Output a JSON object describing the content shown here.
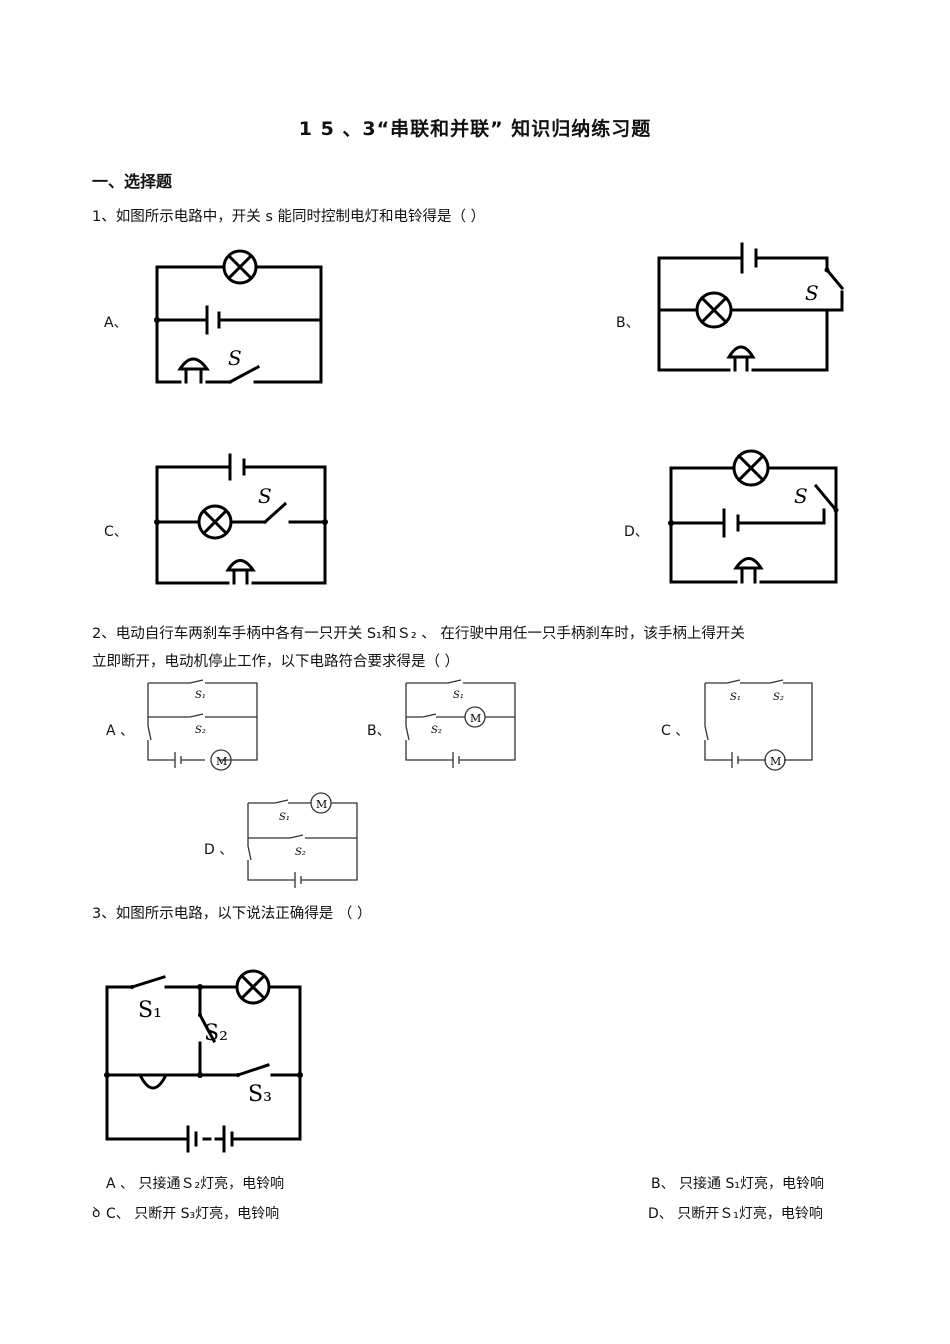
{
  "title": "1 5 、3“串联和并联” 知识归纳练习题",
  "section1": "一、选择题",
  "q1": {
    "text": "1、如图所示电路中，开关 s 能同时控制电灯和电铃得是（    ）",
    "options": [
      "A、",
      "B、",
      "C、",
      "D、"
    ],
    "switch_label": "S"
  },
  "q2": {
    "line1": "2、电动自行车两刹车手柄中各有一只开关 S₁和Ｓ₂ 、    在行驶中用任一只手柄刹车时，该手柄上得开关",
    "line2": "立即断开，电动机停止工作，以下电路符合要求得是（      ）",
    "options": [
      "A 、",
      "B、",
      "C 、",
      "D 、"
    ],
    "s1": "S₁",
    "s2": "S₂",
    "motor": "M"
  },
  "q3": {
    "text": "3、如图所示电路，以下说法正确得是    （          ）",
    "s1": "S₁",
    "s2": "S₂",
    "s3": "S₃",
    "answers": {
      "A": "A 、   只接通Ｓ₂灯亮，电铃响",
      "B": "B、   只接通 S₁灯亮，电铃响",
      "C": "C、   只断开 S₃灯亮，电铃响",
      "D": "D、   只断开Ｓ₁灯亮，电铃响"
    },
    "c_prefix_mark": "ꝺ"
  }
}
